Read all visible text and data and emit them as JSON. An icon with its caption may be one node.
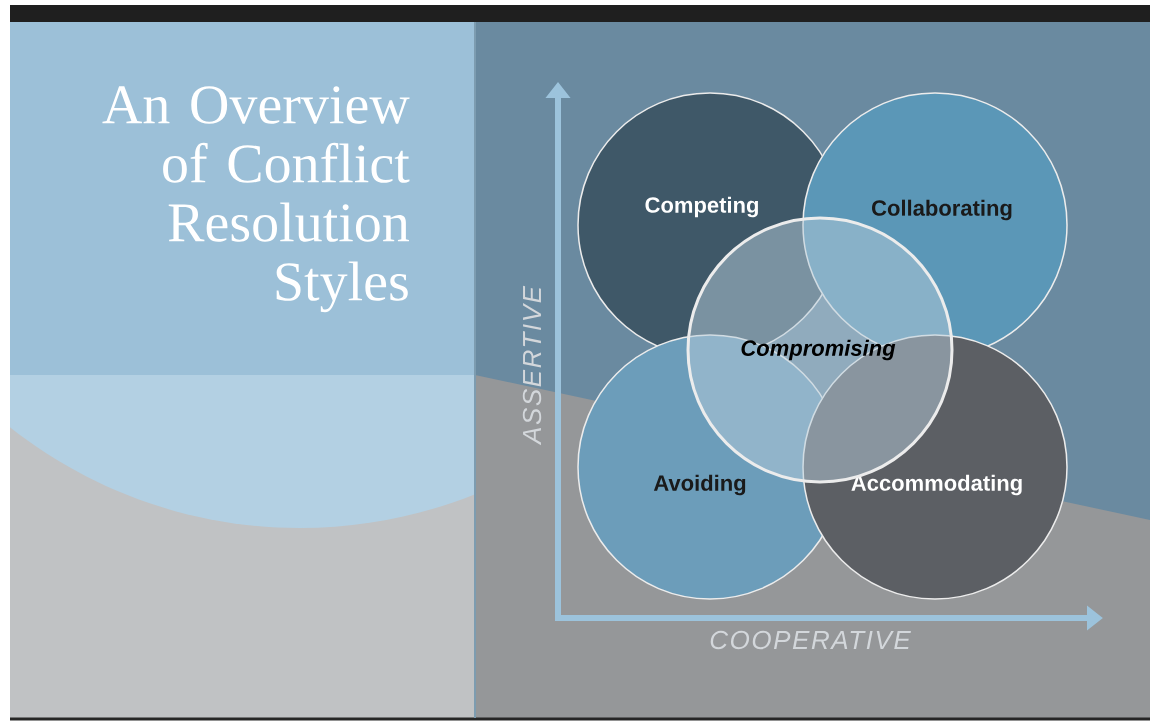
{
  "diagram": {
    "title": "An Overview of Conflict Resolution Styles",
    "nodes": [
      {
        "text": [
          "Competing"
        ]
      },
      {
        "text": [
          "Collaborating"
        ]
      },
      {
        "text": [
          "Compromising"
        ]
      },
      {
        "text": [
          "Avoiding"
        ]
      },
      {
        "text": [
          "Accommodating"
        ]
      }
    ],
    "labels": [
      "ASSERTIVE",
      "COOPERATIVE"
    ]
  }
}
